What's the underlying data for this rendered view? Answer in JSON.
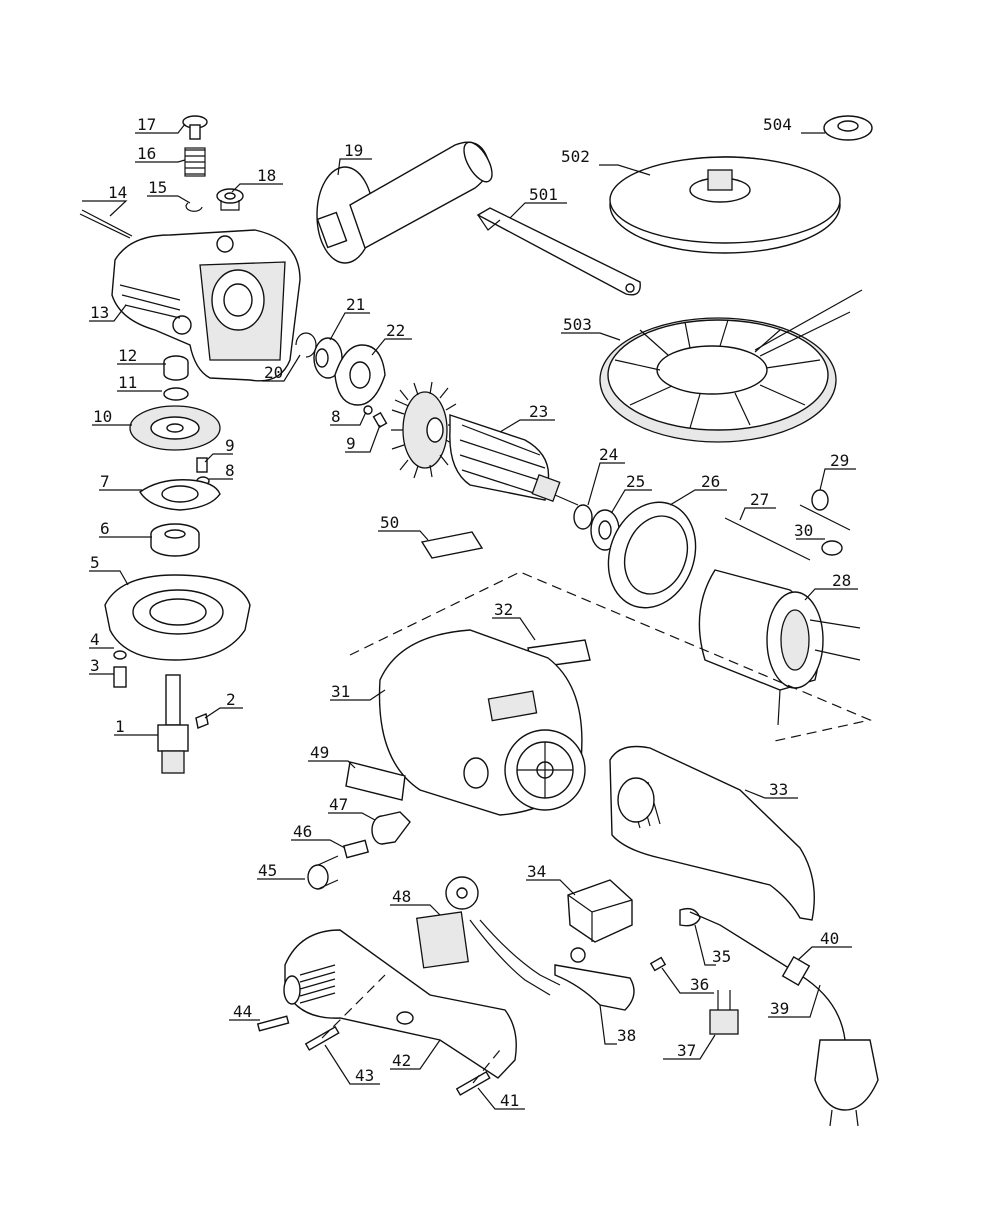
{
  "diagram": {
    "part_numbers": [
      "1",
      "2",
      "3",
      "4",
      "5",
      "6",
      "7",
      "8",
      "8",
      "9",
      "9",
      "10",
      "11",
      "12",
      "13",
      "14",
      "15",
      "16",
      "17",
      "18",
      "19",
      "20",
      "21",
      "22",
      "23",
      "24",
      "25",
      "26",
      "27",
      "28",
      "29",
      "30",
      "31",
      "32",
      "33",
      "34",
      "35",
      "36",
      "37",
      "38",
      "39",
      "40",
      "41",
      "42",
      "43",
      "44",
      "45",
      "46",
      "47",
      "48",
      "49",
      "50",
      "501",
      "502",
      "503",
      "504"
    ]
  }
}
